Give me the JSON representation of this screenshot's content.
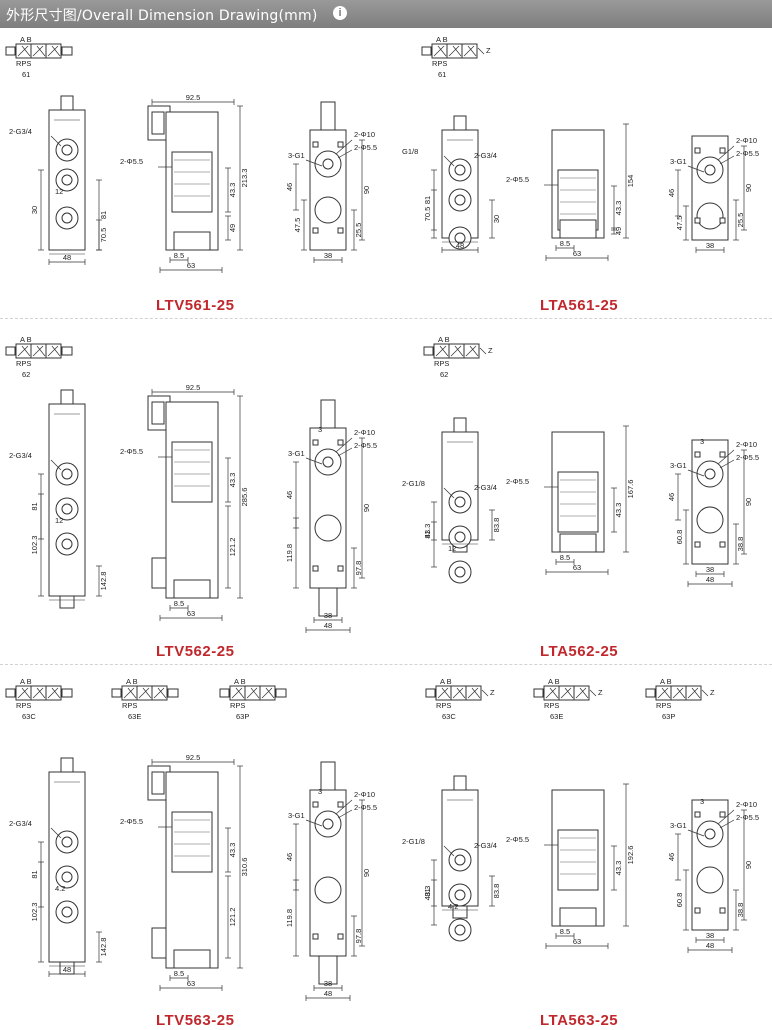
{
  "header": {
    "title": "外形尺寸图/Overall Dimension Drawing(mm)",
    "info_glyph": "i"
  },
  "symbol_labels": {
    "ports_top": "A  B",
    "ports_bottom": "RPS",
    "spring": "Z"
  },
  "sections": [
    {
      "left": {
        "model": "LTV561-25",
        "symbols": [
          "61"
        ],
        "dims": {
          "front": [
            "2-G3/4",
            "12",
            "81",
            "30",
            "70.5",
            "48"
          ],
          "side": [
            "92.5",
            "2-Φ5.5",
            "213.3",
            "43.3",
            "49",
            "8.5",
            "63"
          ],
          "end": [
            "2-Φ10",
            "2-Φ5.5",
            "3-G1",
            "46",
            "47.5",
            "90",
            "25.5",
            "38"
          ]
        }
      },
      "right": {
        "model": "LTA561-25",
        "symbols": [
          "61"
        ],
        "dims": {
          "front": [
            "G1/8",
            "2-G3/4",
            "81",
            "30",
            "70.5",
            "48"
          ],
          "side": [
            "2-Φ5.5",
            "154",
            "43.3",
            "49",
            "8.5",
            "63"
          ],
          "end": [
            "2-Φ10",
            "2-Φ5.5",
            "3-G1",
            "46",
            "47.5",
            "90",
            "25.5",
            "38"
          ]
        }
      }
    },
    {
      "left": {
        "model": "LTV562-25",
        "symbols": [
          "62"
        ],
        "dims": {
          "front": [
            "2-G3/4",
            "81",
            "12",
            "102.3",
            "142.8"
          ],
          "side": [
            "92.5",
            "2-Φ5.5",
            "285.6",
            "43.3",
            "121.2",
            "8.5",
            "63"
          ],
          "end": [
            "3",
            "2-Φ10",
            "3-G1",
            "2-Φ5.5",
            "46",
            "90",
            "119.8",
            "97.8",
            "38",
            "48"
          ]
        }
      },
      "right": {
        "model": "LTA562-25",
        "symbols": [
          "62"
        ],
        "dims": {
          "front": [
            "2-G1/8",
            "2-G3/4",
            "81",
            "12",
            "43.3",
            "83.8"
          ],
          "side": [
            "2-Φ5.5",
            "167.6",
            "43.3",
            "8.5",
            "63"
          ],
          "end": [
            "3",
            "2-Φ10",
            "3-G1",
            "2-Φ5.5",
            "46",
            "90",
            "60.8",
            "38.8",
            "38",
            "48"
          ]
        }
      }
    },
    {
      "left": {
        "model": "LTV563-25",
        "symbols": [
          "63C",
          "63E",
          "63P"
        ],
        "dims": {
          "front": [
            "2-G3/4",
            "81",
            "4.2",
            "102.3",
            "142.8",
            "48"
          ],
          "side": [
            "92.5",
            "2-Φ5.5",
            "310.6",
            "43.3",
            "121.2",
            "8.5",
            "63"
          ],
          "end": [
            "3",
            "2-Φ10",
            "3-G1",
            "2-Φ5.5",
            "46",
            "90",
            "119.8",
            "97.8",
            "38",
            "48"
          ]
        }
      },
      "right": {
        "model": "LTA563-25",
        "symbols": [
          "63C",
          "63E",
          "63P"
        ],
        "dims": {
          "front": [
            "2-G1/8",
            "2-G3/4",
            "81",
            "4.2",
            "43.3",
            "83.8"
          ],
          "side": [
            "2-Φ5.5",
            "192.6",
            "43.3",
            "8.5",
            "63"
          ],
          "end": [
            "3",
            "2-Φ10",
            "3-G1",
            "2-Φ5.5",
            "46",
            "90",
            "60.8",
            "38.8",
            "38",
            "48"
          ]
        }
      }
    }
  ],
  "colors": {
    "header_bg": "#8a8a8a",
    "model_text": "#c0282d",
    "line": "#333333"
  }
}
